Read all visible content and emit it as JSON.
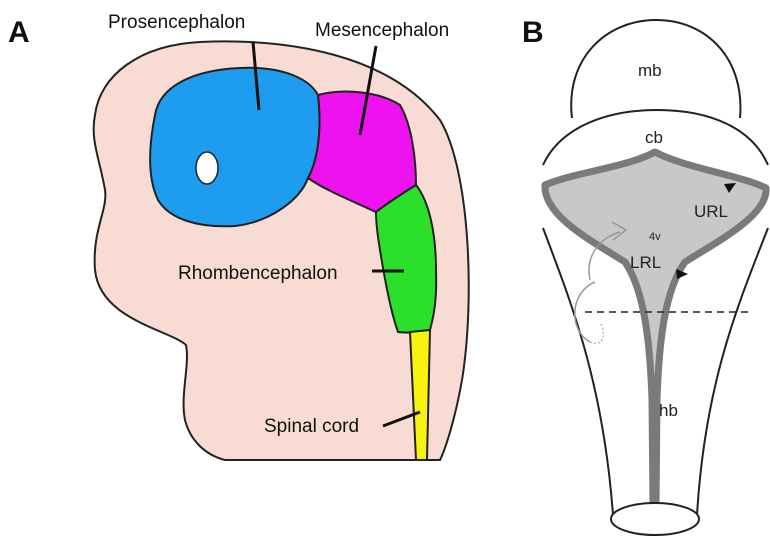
{
  "panels": {
    "a": {
      "letter": "A",
      "labels": {
        "prosencephalon": "Prosencephalon",
        "mesencephalon": "Mesencephalon",
        "rhombencephalon": "Rhombencephalon",
        "spinal_cord": "Spinal cord"
      },
      "colors": {
        "embryo": "#f8dcd4",
        "prosencephalon": "#1e9cf0",
        "mesencephalon": "#ee12ee",
        "rhombencephalon": "#2be02b",
        "spinal_cord": "#f7f20f"
      }
    },
    "b": {
      "letter": "B",
      "labels": {
        "mb": "mb",
        "cb": "cb",
        "url": "URL",
        "fourth_ventricle": "4v",
        "lrl": "LRL",
        "hb": "hb"
      },
      "colors": {
        "ventricle_fill": "#c8c8c8",
        "rhombic_lip": "#7a7a7a",
        "outline": "#222222"
      }
    }
  }
}
